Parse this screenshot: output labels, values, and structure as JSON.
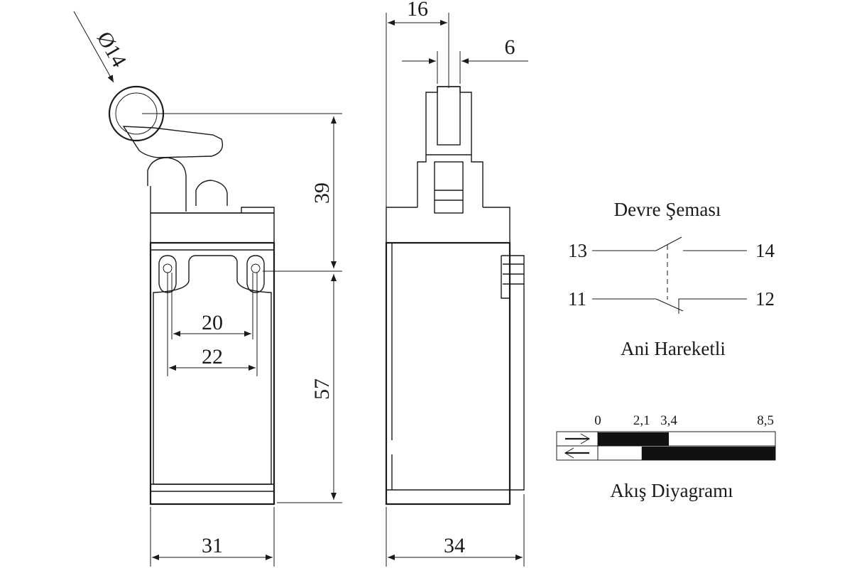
{
  "dimensions": {
    "roller_diameter": "Ø14",
    "top_width": "16",
    "roller_width": "6",
    "upper_height": "39",
    "lower_height": "57",
    "hole_spacing_inner": "20",
    "hole_spacing_outer": "22",
    "front_width": "31",
    "side_width": "34"
  },
  "circuit": {
    "title": "Devre Şeması",
    "terminal_a1": "13",
    "terminal_a2": "14",
    "terminal_b1": "11",
    "terminal_b2": "12",
    "subtitle": "Ani Hareketli"
  },
  "flow_diagram": {
    "title": "Akış Diyagramı",
    "ticks": [
      "0",
      "2,1",
      "3,4",
      "8,5"
    ],
    "rows": [
      {
        "direction": "forward",
        "filled_segments": [
          [
            0,
            3.4
          ]
        ]
      },
      {
        "direction": "reverse",
        "filled_segments": [
          [
            2.1,
            8.5
          ]
        ]
      }
    ],
    "range": [
      0,
      8.5
    ]
  }
}
